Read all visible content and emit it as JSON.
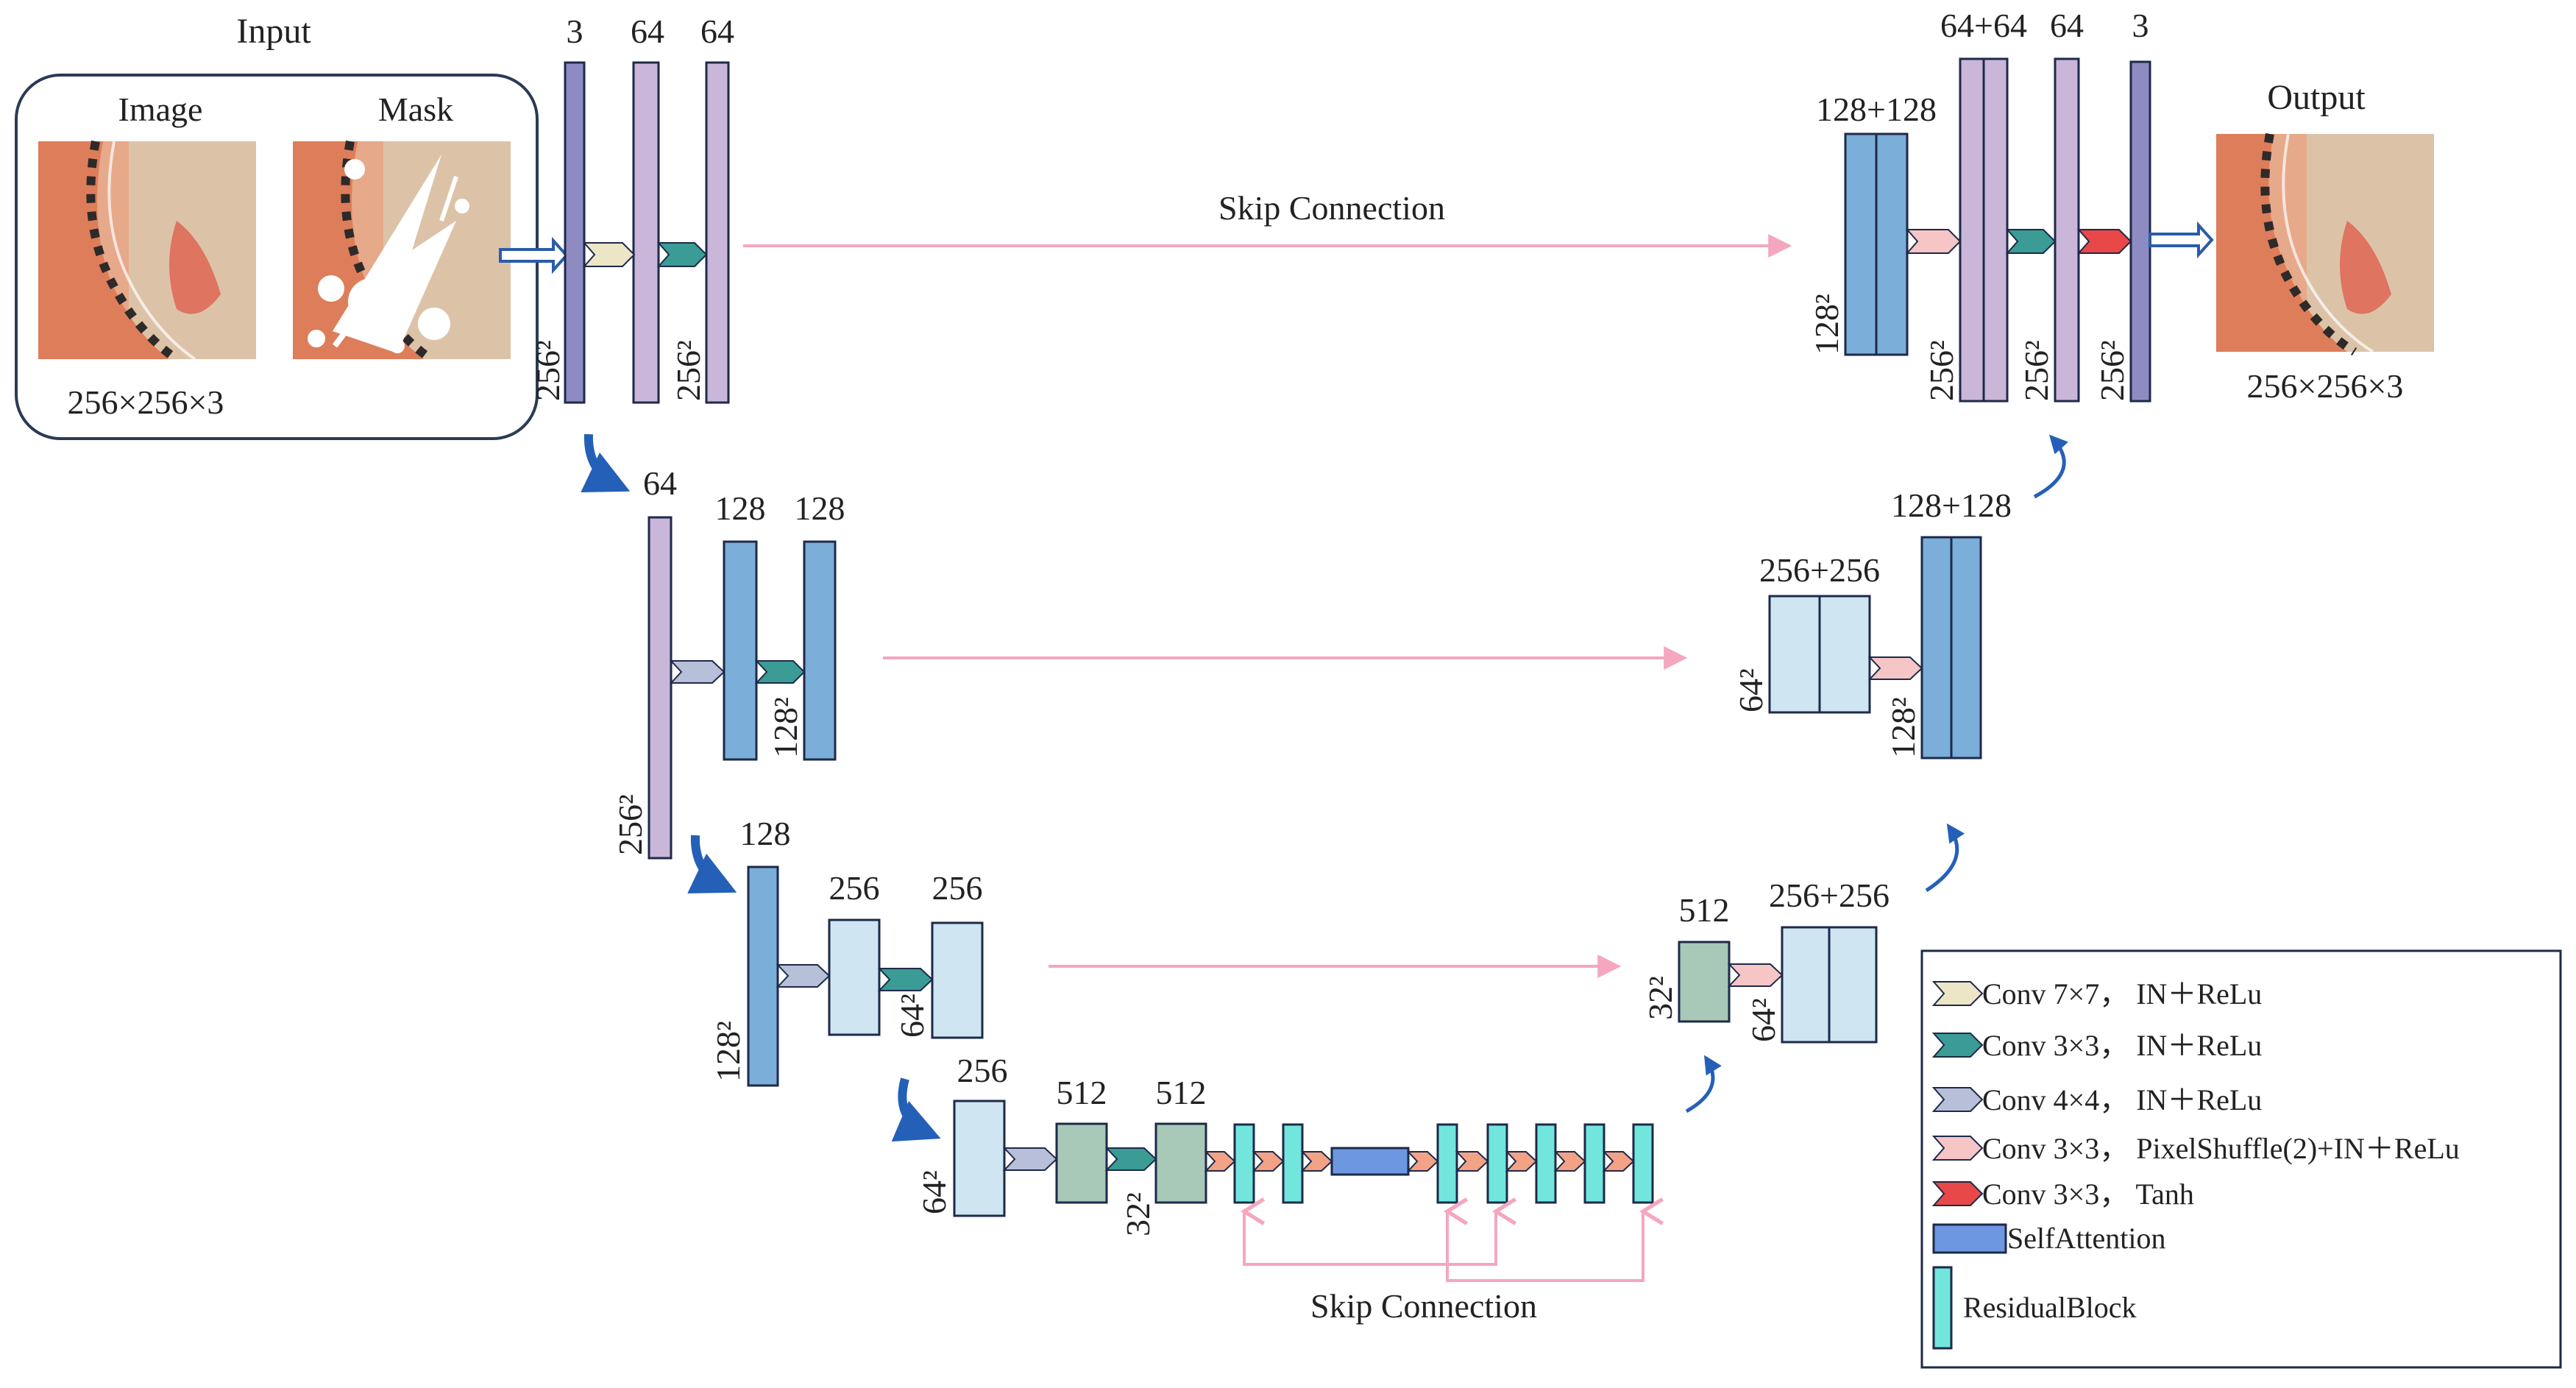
{
  "colors": {
    "purple_dark": "#8e8bc2",
    "lavender": "#c9b6d9",
    "blue_mid": "#7baed8",
    "blue_light": "#cfe5f2",
    "sage": "#a8c8b8",
    "cyan": "#72e6dc",
    "self_attention": "#6d97e0",
    "arrow_beige": "#ece6c7",
    "arrow_teal": "#3a9c94",
    "arrow_gray": "#b8bfd8",
    "arrow_pink": "#f6c5c6",
    "arrow_salmon": "#f3a285",
    "arrow_red": "#e84848",
    "skip_pink": "#f4a7be",
    "down_blue": "#2460b8"
  },
  "input": {
    "title": "Input",
    "image_label": "Image",
    "mask_label": "Mask",
    "dim": "256×256×3"
  },
  "output": {
    "title": "Output",
    "dim": "256×256×3"
  },
  "skip_connection_top": "Skip Connection",
  "skip_connection_bottom": "Skip Connection",
  "enc1": {
    "c1": "3",
    "c2": "64",
    "c3": "64",
    "s1": "256²",
    "s2": "256²"
  },
  "enc2": {
    "c0": "64",
    "c1": "128",
    "c2": "128",
    "s0": "256²",
    "s1": "128²"
  },
  "enc3": {
    "c0": "128",
    "c1": "256",
    "c2": "256",
    "s0": "128²",
    "s1": "64²"
  },
  "bottleneck": {
    "c0": "256",
    "c1": "512",
    "c2": "512",
    "s0": "64²",
    "s1": "32²"
  },
  "dec3": {
    "c0": "512",
    "c1": "256+256",
    "s0": "32²",
    "s1": "64²"
  },
  "dec2": {
    "c0": "256+256",
    "c1": "128+128",
    "s0": "64²",
    "s1": "128²"
  },
  "dec1": {
    "c0": "128+128",
    "c1": "64+64",
    "c2": "64",
    "c3": "3",
    "s0": "128²",
    "s1": "256²",
    "s2": "256²",
    "s3": "256²"
  },
  "legend": {
    "items": [
      {
        "label": "Conv 7×7，  IN＋ReLu",
        "icon": "beige-chevron"
      },
      {
        "label": "Conv 3×3，  IN＋ReLu",
        "icon": "teal-chevron"
      },
      {
        "label": "Conv 4×4，  IN＋ReLu",
        "icon": "gray-chevron"
      },
      {
        "label": "Conv 3×3，  PixelShuffle(2)+IN＋ReLu",
        "icon": "pink-chevron"
      },
      {
        "label": "Conv 3×3，  Tanh",
        "icon": "red-chevron"
      },
      {
        "label": "SelfAttention",
        "icon": "self-attention-block"
      },
      {
        "label": "ResidualBlock",
        "icon": "residual-block"
      }
    ]
  }
}
